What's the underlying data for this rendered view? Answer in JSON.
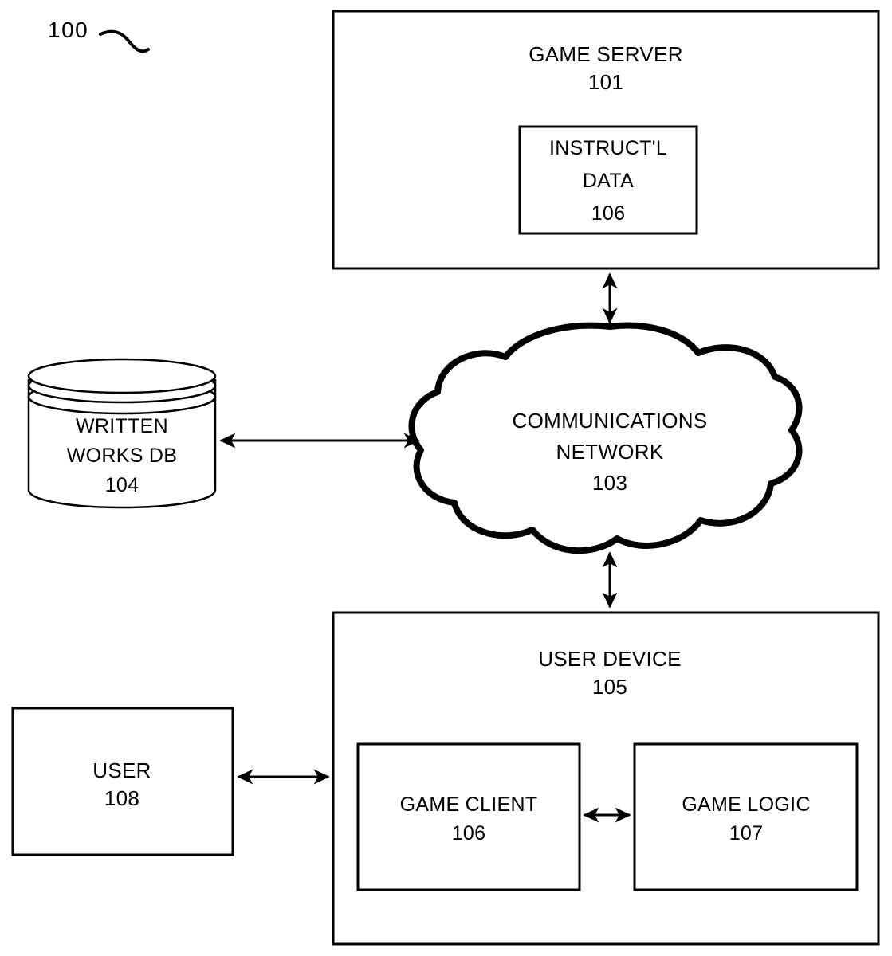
{
  "figure": {
    "number": "100",
    "lead_line": "squiggle-lead-line"
  },
  "nodes": {
    "game_server": {
      "shape": "rectangle",
      "title": "GAME SERVER",
      "ref": "101",
      "inner": {
        "shape": "rectangle",
        "line1": "INSTRUCT'L",
        "line2": "DATA",
        "ref": "106"
      }
    },
    "communications_network": {
      "shape": "cloud",
      "line1": "COMMUNICATIONS",
      "line2": "NETWORK",
      "ref": "103"
    },
    "written_works_db": {
      "shape": "cylinder",
      "line1": "WRITTEN",
      "line2": "WORKS DB",
      "ref": "104"
    },
    "user_device": {
      "shape": "rectangle",
      "title": "USER DEVICE",
      "ref": "105",
      "game_client": {
        "shape": "rectangle",
        "title": "GAME CLIENT",
        "ref": "106"
      },
      "game_logic": {
        "shape": "rectangle",
        "title": "GAME LOGIC",
        "ref": "107"
      }
    },
    "user": {
      "shape": "rectangle",
      "title": "USER",
      "ref": "108"
    }
  },
  "connectors": [
    {
      "name": "server-to-network",
      "type": "double-arrow",
      "orientation": "vertical"
    },
    {
      "name": "network-to-user-device",
      "type": "double-arrow",
      "orientation": "vertical"
    },
    {
      "name": "db-to-network",
      "type": "double-arrow",
      "orientation": "horizontal"
    },
    {
      "name": "user-to-user-device",
      "type": "double-arrow",
      "orientation": "horizontal"
    },
    {
      "name": "game-client-to-game-logic",
      "type": "double-arrow",
      "orientation": "horizontal"
    }
  ],
  "style": {
    "stroke": "#000000",
    "background": "#ffffff"
  }
}
